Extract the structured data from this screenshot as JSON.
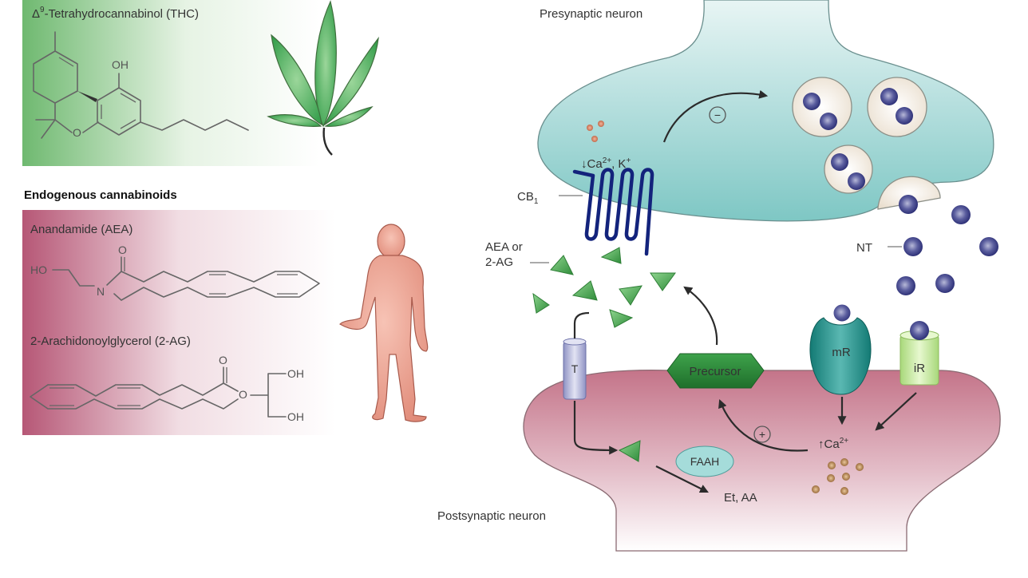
{
  "phytocannabinoid": {
    "name": "Δ",
    "superscript": "9",
    "title_rest": "-Tetrahydrocannabinol (THC)",
    "atoms": {
      "oh": "OH",
      "o": "O"
    }
  },
  "endogenous": {
    "heading": "Endogenous cannabinoids",
    "aea": {
      "title": "Anandamide (AEA)",
      "atoms": {
        "ho": "HO",
        "n": "N",
        "o": "O"
      }
    },
    "twoag": {
      "title": "2-Arachidonoylglycerol (2-AG)",
      "atoms": {
        "o_carbonyl": "O",
        "o_ester": "O",
        "oh1": "OH",
        "oh2": "OH"
      }
    }
  },
  "synapse": {
    "presynaptic_label": "Presynaptic neuron",
    "postsynaptic_label": "Postsynaptic neuron",
    "cb1_label": "CB",
    "cb1_sub": "1",
    "ligand_label_line1": "AEA or",
    "ligand_label_line2": "2-AG",
    "ion_label_arrow": "↓",
    "ion_label_ca": "Ca",
    "ion_label_ca_sup": "2+",
    "ion_label_k": ", K",
    "ion_label_k_sup": "+",
    "inhibit_symbol": "−",
    "excite_symbol": "+",
    "nt_label": "NT",
    "mr_label": "mR",
    "ir_label": "iR",
    "transporter_label": "T",
    "precursor_label": "Precursor",
    "faah_label": "FAAH",
    "products_label": "Et, AA",
    "ca_up_arrow": "↑",
    "ca_up_label": "Ca",
    "ca_up_sup": "2+"
  },
  "colors": {
    "thc_panel_start": "#79bf7a",
    "thc_panel_end": "#ffffff",
    "endo_panel_start": "#b85a78",
    "endo_panel_end": "#ffffff",
    "presynaptic_fill": "#8fcfcd",
    "postsynaptic_fill": "#c98196",
    "receptor_blue": "#12227a",
    "ligand_green": "#3fa345",
    "nt_purple": "#3a3d86",
    "vesicle": "#f3ece0",
    "precursor": "#2f8a3c",
    "faah": "#9fd8d6",
    "mr": "#1f8f88",
    "ir": "#c9ec9e",
    "transporter": "#aeb1d8",
    "calcium": "#b07a48"
  }
}
